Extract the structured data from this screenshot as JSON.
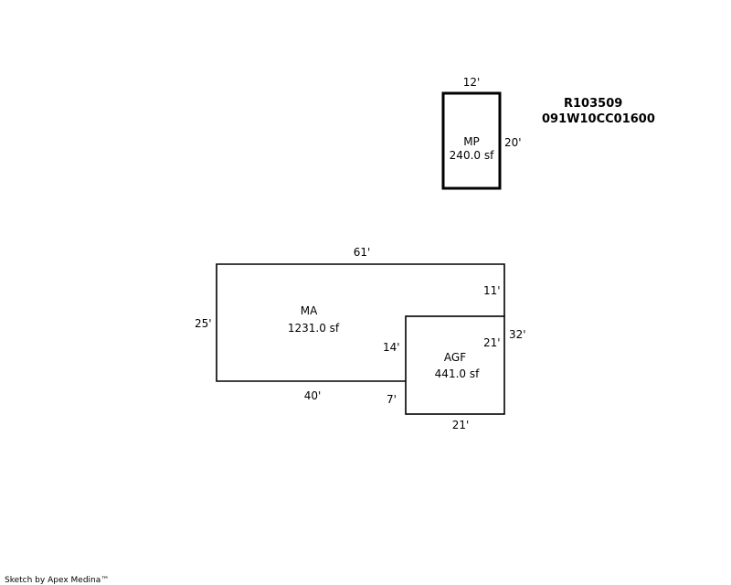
{
  "parcel": {
    "id": "R103509",
    "number": "091W10CC01600"
  },
  "areas": {
    "mp": {
      "code": "MP",
      "area": "240.0 sf"
    },
    "ma": {
      "code": "MA",
      "area": "1231.0 sf"
    },
    "agf": {
      "code": "AGF",
      "area": "441.0 sf"
    }
  },
  "dimensions": {
    "mp_top": "12'",
    "mp_right": "20'",
    "ma_top": "61'",
    "ma_left": "25'",
    "ma_bottom": "40'",
    "ma_right_upper": "11'",
    "overall_right": "32'",
    "agf_left_inner": "14'",
    "agf_right_inner": "21'",
    "agf_left_lower": "7'",
    "agf_bottom": "21'"
  },
  "footer": {
    "credit": "Sketch by Apex Medina™"
  }
}
